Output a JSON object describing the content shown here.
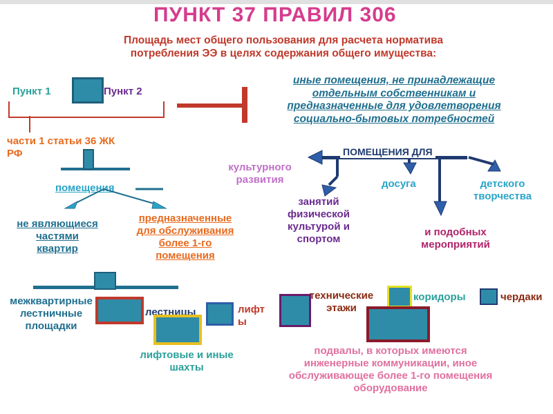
{
  "title": "ПУНКТ    37    ПРАВИЛ 306",
  "subtitle_line1": "Площадь мест общего пользования для расчета норматива",
  "subtitle_line2": "потребления ЭЭ в целях содержания общего имущества:",
  "left": {
    "punkt1": "Пункт 1",
    "punkt2": "Пункт 2",
    "law_line1": "части 1 статьи 36 ЖК",
    "law_line2": "РФ",
    "premises": "помещения",
    "not_parts": [
      "не являющиеся",
      "частями",
      "квартир"
    ],
    "for_service": [
      "предназначенные",
      "для обслуживания",
      "более 1-го",
      "помещения"
    ]
  },
  "right": {
    "other_premises": [
      "иные помещения, не принадлежащие",
      "отдельным собственникам и",
      "предназначенные для удовлетворения",
      "социально-бытовых потребностей"
    ],
    "premises_for": "ПОМЕЩЕНИЯ ДЛЯ",
    "cultural": [
      "культурного",
      "развития"
    ],
    "leisure": "досуга",
    "children": [
      "детского",
      "творчества"
    ],
    "sport": [
      "занятий",
      "физической",
      "культурой и",
      "спортом"
    ],
    "events": [
      "и подобных",
      "мероприятий"
    ]
  },
  "bottom": {
    "landings": [
      "межквартирные",
      "лестничные",
      "площадки"
    ],
    "stairs": "лестницы",
    "lifts": [
      "лифт",
      "ы"
    ],
    "shafts": [
      "лифтовые и иные",
      "шахты"
    ],
    "tech_floors": [
      "технические",
      "этажи"
    ],
    "corridors": "коридоры",
    "attics": "чердаки",
    "basements": [
      "подвалы, в которых имеются",
      "инженерные коммуникации, иное",
      "обслуживающее более 1-го помещения",
      "оборудование"
    ]
  },
  "colors": {
    "title": "#d63c8d",
    "subtitle": "#c0392b",
    "teal": "#1f6f8f",
    "orange": "#e86a1e",
    "purple": "#6a2a8f"
  },
  "icons": [
    "arrow-right-icon",
    "arrow-down-icon",
    "square-marker-icon"
  ]
}
